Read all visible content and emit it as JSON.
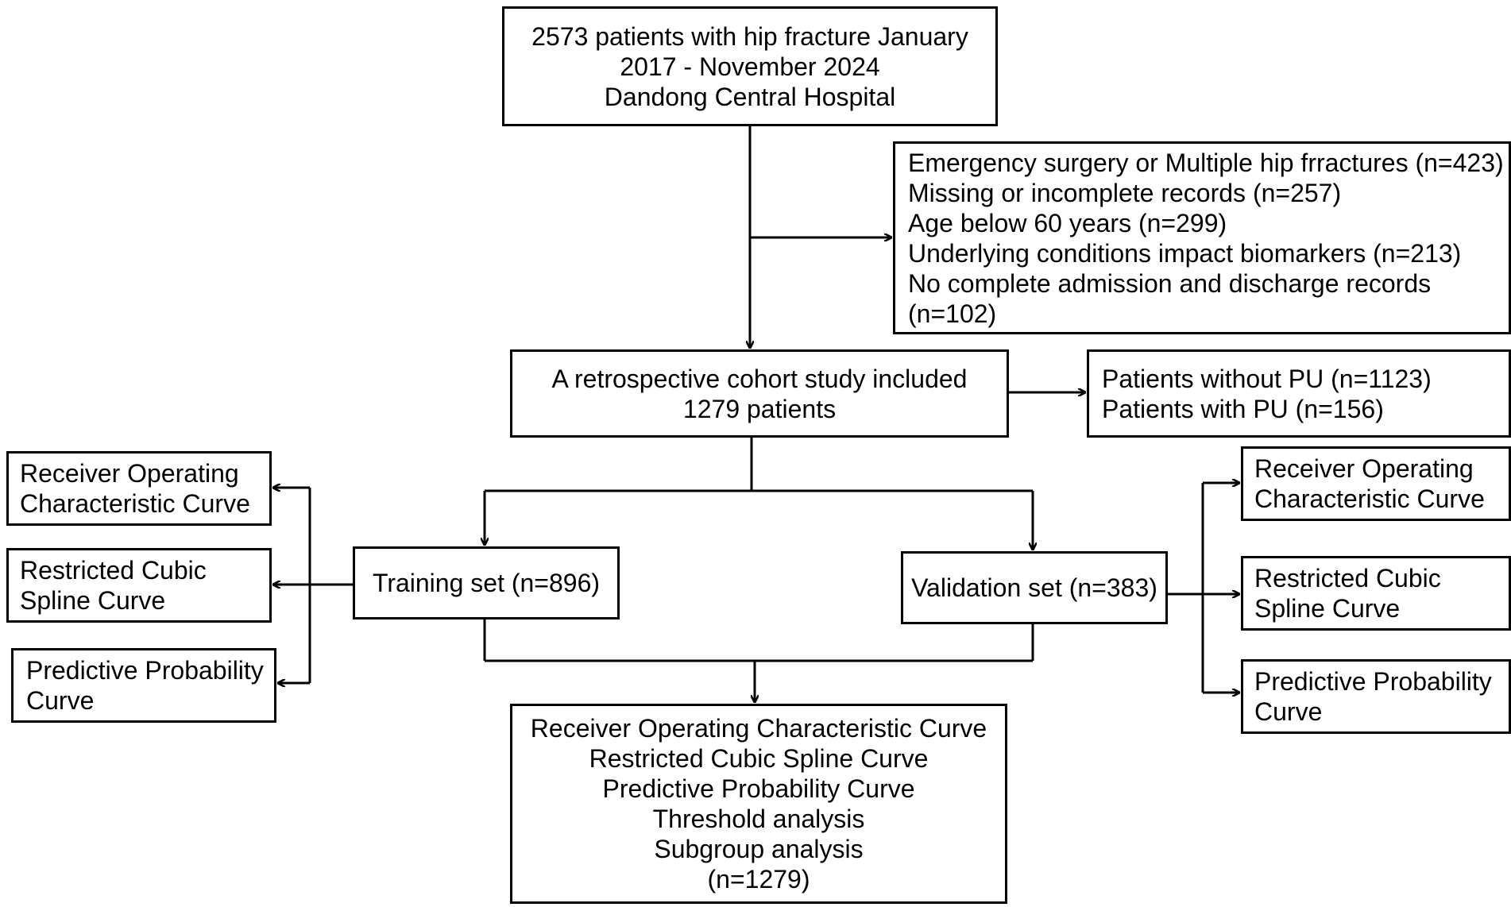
{
  "start": {
    "lines": [
      "2573 patients with hip fracture January",
      "2017 - November 2024",
      "Dandong Central Hospital"
    ]
  },
  "exclusions": {
    "lines": [
      "Emergency surgery or Multiple hip frractures (n=423)",
      "Missing or incomplete records (n=257)",
      "Age below 60 years (n=299)",
      "Underlying conditions impact biomarkers (n=213)",
      "No complete admission and discharge records",
      "(n=102)"
    ]
  },
  "cohort": {
    "lines": [
      "A retrospective cohort study included",
      "1279 patients"
    ]
  },
  "pu_split": {
    "lines": [
      "Patients without PU (n=1123)",
      "Patients with PU (n=156)"
    ]
  },
  "training": {
    "label": "Training set (n=896)"
  },
  "validation": {
    "label": "Validation set (n=383)"
  },
  "training_analyses": [
    {
      "lines": [
        "Receiver Operating",
        "Characteristic Curve"
      ]
    },
    {
      "lines": [
        "Restricted Cubic",
        "Spline Curve"
      ]
    },
    {
      "lines": [
        "Predictive Probability",
        "Curve"
      ]
    }
  ],
  "validation_analyses": [
    {
      "lines": [
        "Receiver Operating",
        "Characteristic Curve"
      ]
    },
    {
      "lines": [
        "Restricted Cubic",
        "Spline Curve"
      ]
    },
    {
      "lines": [
        "Predictive Probability",
        "Curve"
      ]
    }
  ],
  "combined": {
    "lines": [
      "Receiver Operating Characteristic Curve",
      "Restricted Cubic Spline Curve",
      "Predictive Probability Curve",
      "Threshold analysis",
      "Subgroup analysis",
      "(n=1279)"
    ]
  },
  "colors": {
    "stroke": "#000000",
    "background": "#ffffff"
  }
}
